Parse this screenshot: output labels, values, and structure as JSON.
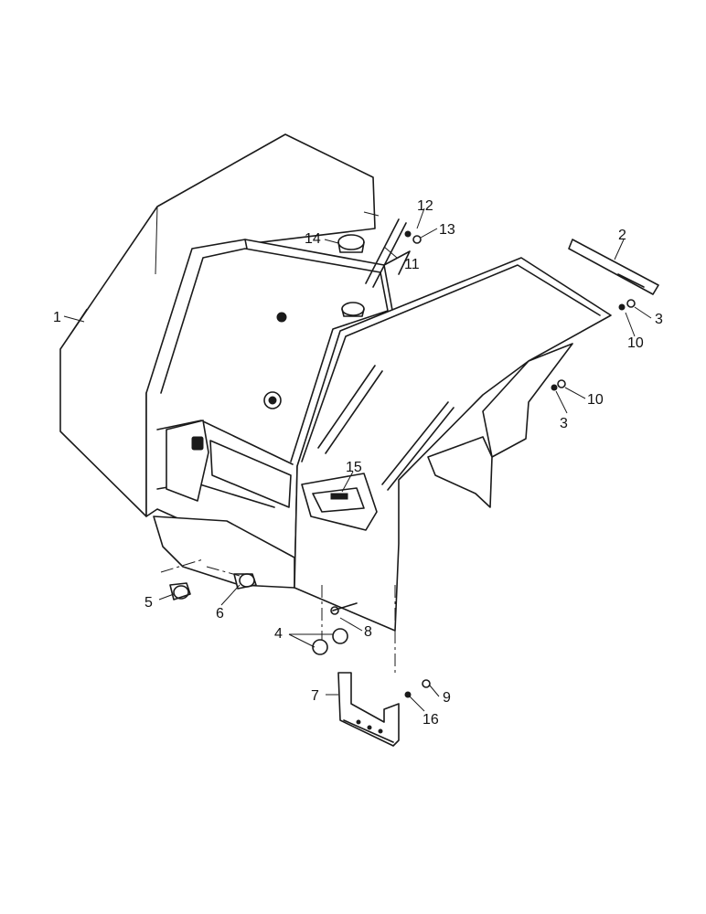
{
  "callouts": [
    {
      "id": "1",
      "text": "1"
    },
    {
      "id": "2",
      "text": "2"
    },
    {
      "id": "3a",
      "text": "3"
    },
    {
      "id": "3b",
      "text": "3"
    },
    {
      "id": "4",
      "text": "4"
    },
    {
      "id": "5",
      "text": "5"
    },
    {
      "id": "6",
      "text": "6"
    },
    {
      "id": "7",
      "text": "7"
    },
    {
      "id": "8",
      "text": "8"
    },
    {
      "id": "9",
      "text": "9"
    },
    {
      "id": "10a",
      "text": "10"
    },
    {
      "id": "10b",
      "text": "10"
    },
    {
      "id": "11",
      "text": "11"
    },
    {
      "id": "12",
      "text": "12"
    },
    {
      "id": "13",
      "text": "13"
    },
    {
      "id": "14",
      "text": "14"
    },
    {
      "id": "15",
      "text": "15"
    },
    {
      "id": "16",
      "text": "16"
    }
  ],
  "colors": {
    "ink": "#1a1a1a",
    "paper": "#ffffff"
  }
}
